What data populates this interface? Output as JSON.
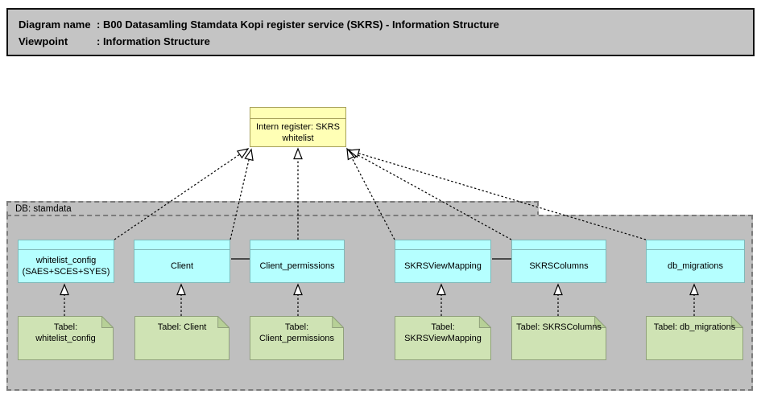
{
  "header": {
    "rows": [
      {
        "label": "Diagram name",
        "value": ": B00 Datasamling Stamdata Kopi register service (SKRS) - Information Structure"
      },
      {
        "label": "Viewpoint",
        "value": ": Information Structure"
      }
    ]
  },
  "register_note": {
    "lines": [
      "Intern register: SKRS",
      "whitelist"
    ]
  },
  "group": {
    "label": "DB: stamdata"
  },
  "entities": [
    {
      "lines": [
        "whitelist_config",
        "(SAES+SCES+SYES)"
      ]
    },
    {
      "lines": [
        "Client"
      ]
    },
    {
      "lines": [
        "Client_permissions"
      ]
    },
    {
      "lines": [
        "SKRSViewMapping"
      ]
    },
    {
      "lines": [
        "SKRSColumns"
      ]
    },
    {
      "lines": [
        "db_migrations"
      ]
    }
  ],
  "tables": [
    {
      "lines": [
        "Tabel:",
        "whitelist_config"
      ]
    },
    {
      "lines": [
        "Tabel: Client"
      ]
    },
    {
      "lines": [
        "Tabel:",
        "Client_permissions"
      ]
    },
    {
      "lines": [
        "Tabel:",
        "SKRSViewMapping"
      ]
    },
    {
      "lines": [
        "Tabel: SKRSColumns"
      ]
    },
    {
      "lines": [
        "Tabel: db_migrations"
      ]
    }
  ],
  "colors": {
    "header_gray": "#c4c4c4",
    "group_gray": "#bfbfbf",
    "register_yellow": "#ffffb5",
    "entity_cyan": "#b5ffff",
    "table_green": "#cfe3b4"
  }
}
